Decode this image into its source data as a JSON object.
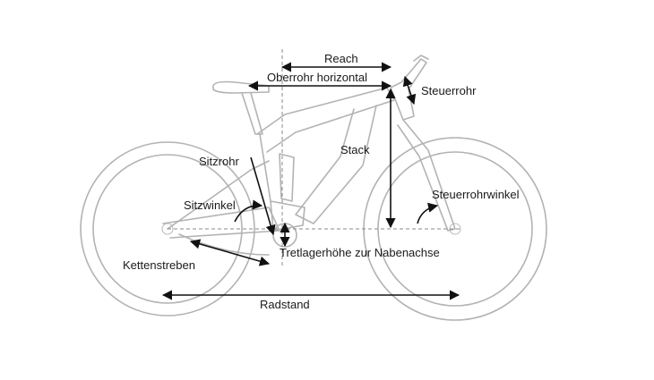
{
  "labels": {
    "reach": "Reach",
    "top_tube_horizontal": "Oberrohr horizontal",
    "head_tube": "Steuerrohr",
    "stack": "Stack",
    "seat_tube": "Sitzrohr",
    "seat_angle": "Sitzwinkel",
    "head_angle": "Steuerrohrwinkel",
    "bb_height": "Tretlagerhöhe zur Nabenachse",
    "chainstays": "Kettenstreben",
    "wheelbase": "Radstand"
  },
  "colors": {
    "frame": "#b3b3b3",
    "dimension": "#111111",
    "guide": "#8a8a8a"
  }
}
